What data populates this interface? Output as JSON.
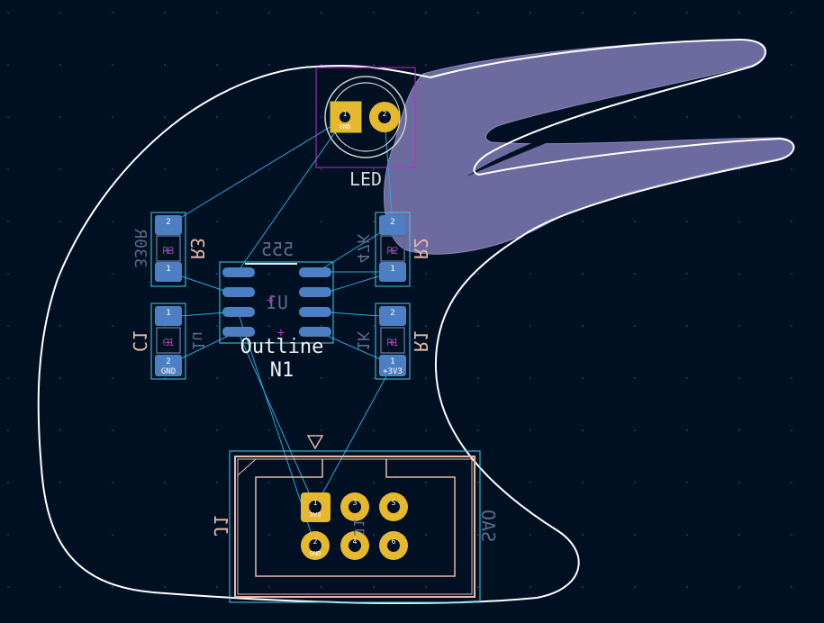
{
  "board": {
    "colors": {
      "background": "#001023",
      "edge_cuts": "#ffffff",
      "silk_front": "#e8e8e8",
      "silk_back": "#e8b8a8",
      "fab_back": "#5a6a8a",
      "courtyard": "#3fd0e8",
      "pad_smd": "#4d7fc4",
      "pad_tht": "#e6b82e",
      "ratsnest": "#2aa8d8",
      "selection": "#c828c8",
      "copper_fill": "#6c6a9e"
    }
  },
  "led": {
    "ref": "LED",
    "pads": [
      {
        "num": "1",
        "net": "GND"
      },
      {
        "num": "2",
        "net": ""
      }
    ]
  },
  "r3": {
    "ref": "R3",
    "value": "330R",
    "fab_ref": "R3",
    "pad1": "1",
    "pad2": "2"
  },
  "r2": {
    "ref": "R2",
    "value": "47K",
    "fab_ref": "R2",
    "pad1": "1",
    "pad2": "2"
  },
  "r1": {
    "ref": "R1",
    "value": "1K",
    "fab_ref": "R1",
    "pad1": "1",
    "pad2": "2",
    "pad1_net": "+3V3"
  },
  "c1": {
    "ref": "C1",
    "value": "1u",
    "fab_ref": "C1",
    "pad1": "1",
    "pad2": "2",
    "pad2_net": "GND"
  },
  "u1": {
    "ref": "U1",
    "value": "555"
  },
  "outline": {
    "value": "Outline",
    "ref": "N1"
  },
  "j1": {
    "ref": "J1",
    "value": "SAO",
    "pads": [
      {
        "num": "1",
        "net": "3V3"
      },
      {
        "num": "2",
        "net": "GND"
      },
      {
        "num": "3",
        "net": ""
      },
      {
        "num": "4",
        "net": ""
      },
      {
        "num": "5",
        "net": ""
      },
      {
        "num": "6",
        "net": ""
      }
    ]
  }
}
